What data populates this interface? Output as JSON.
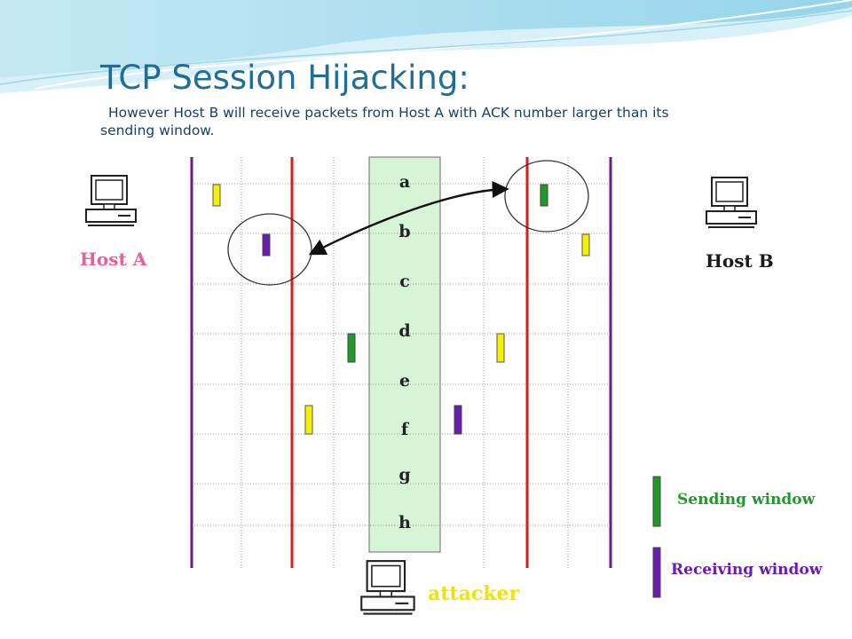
{
  "title": "TCP Session Hijacking:",
  "subtitle_line1": "However Host B will receive packets from Host A with ACK number larger than its",
  "subtitle_line2": "sending window.",
  "hosts": {
    "host_a": "Host A",
    "host_b": "Host B",
    "attacker": "attacker"
  },
  "stream_letters": [
    "a",
    "b",
    "c",
    "d",
    "e",
    "f",
    "g",
    "h"
  ],
  "legend": {
    "sending": "Sending window",
    "receiving": "Receiving window"
  },
  "colors": {
    "title": "#1f6e9a",
    "host_a_label": "#e8609a",
    "attacker_label": "#f2e300",
    "sending_window": "#1f9a2a",
    "receiving_window": "#6a1bb0",
    "packet_yellow": "#f7f000",
    "boundary_red": "#e01b1b",
    "boundary_purple": "#6a1b8a"
  }
}
